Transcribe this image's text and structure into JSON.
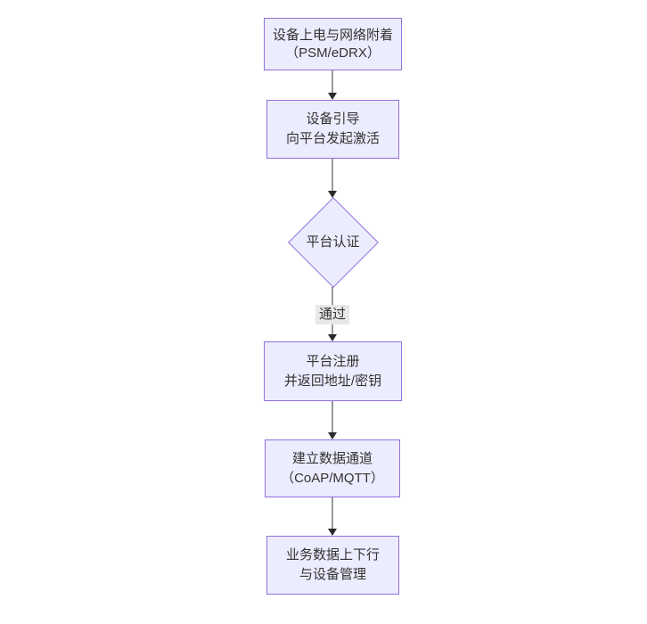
{
  "diagram": {
    "type": "flowchart",
    "direction": "top-down",
    "nodes": [
      {
        "id": "A",
        "shape": "rect",
        "lines": [
          "设备上电与网络附着",
          "（PSM/eDRX）"
        ]
      },
      {
        "id": "B",
        "shape": "rect",
        "lines": [
          "设备引导",
          "向平台发起激活"
        ]
      },
      {
        "id": "C",
        "shape": "diamond",
        "lines": [
          "平台认证"
        ]
      },
      {
        "id": "D",
        "shape": "rect",
        "lines": [
          "平台注册",
          "并返回地址/密钥"
        ]
      },
      {
        "id": "E",
        "shape": "rect",
        "lines": [
          "建立数据通道",
          "（CoAP/MQTT）"
        ]
      },
      {
        "id": "F",
        "shape": "rect",
        "lines": [
          "业务数据上下行",
          "与设备管理"
        ]
      }
    ],
    "edges": [
      {
        "from": "A",
        "to": "B",
        "label": ""
      },
      {
        "from": "B",
        "to": "C",
        "label": ""
      },
      {
        "from": "C",
        "to": "D",
        "label": "通过"
      },
      {
        "from": "D",
        "to": "E",
        "label": ""
      },
      {
        "from": "E",
        "to": "F",
        "label": ""
      }
    ],
    "colors": {
      "node_fill": "#ECECFF",
      "node_border": "#9370DB",
      "text": "#333333",
      "edge_line": "#333333",
      "edge_label_bg": "#e8e8e8",
      "background": "#ffffff"
    }
  }
}
